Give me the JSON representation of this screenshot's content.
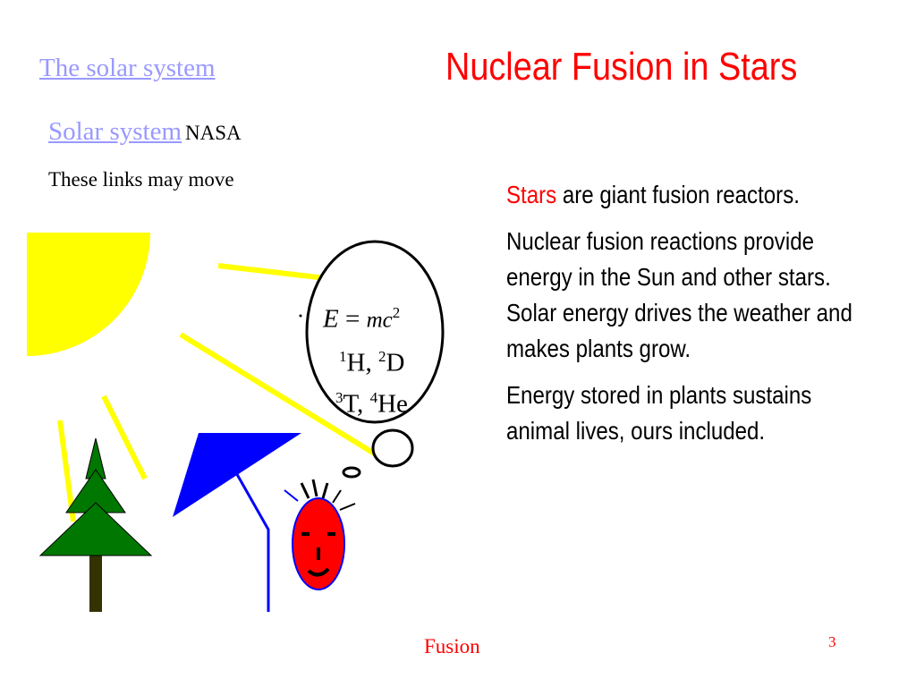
{
  "header": {
    "link_solar_system": "The solar system",
    "title": "Nuclear Fusion in Stars"
  },
  "links": {
    "solar_system_label": "Solar system",
    "solar_system_source": "NASA",
    "note": "These links may move"
  },
  "body": {
    "p1_highlight": "Stars",
    "p1_rest": " are giant fusion reactors.",
    "p2": "Nuclear fusion reactions provide energy in the Sun and other stars. Solar energy drives the weather and makes plants grow.",
    "p3": "Energy stored in plants sustains animal lives, ours included."
  },
  "thought_bubble": {
    "eq_E": "E",
    "eq_equals": " = ",
    "eq_mc": "mc",
    "eq_exp": "2",
    "iso_h_mass": "1",
    "iso_h": "H, ",
    "iso_d_mass": "2",
    "iso_d": "D",
    "iso_t_mass": "3",
    "iso_t": "T, ",
    "iso_he_mass": "4",
    "iso_he": "He"
  },
  "footer": {
    "label": "Fusion",
    "slide_number": "3"
  },
  "colors": {
    "title": "#ff0000",
    "link": "#9999ff",
    "sun": "#ffff00",
    "tree": "#007700",
    "trunk": "#333300",
    "umbrella": "#0000ff",
    "face": "#ff0000"
  }
}
